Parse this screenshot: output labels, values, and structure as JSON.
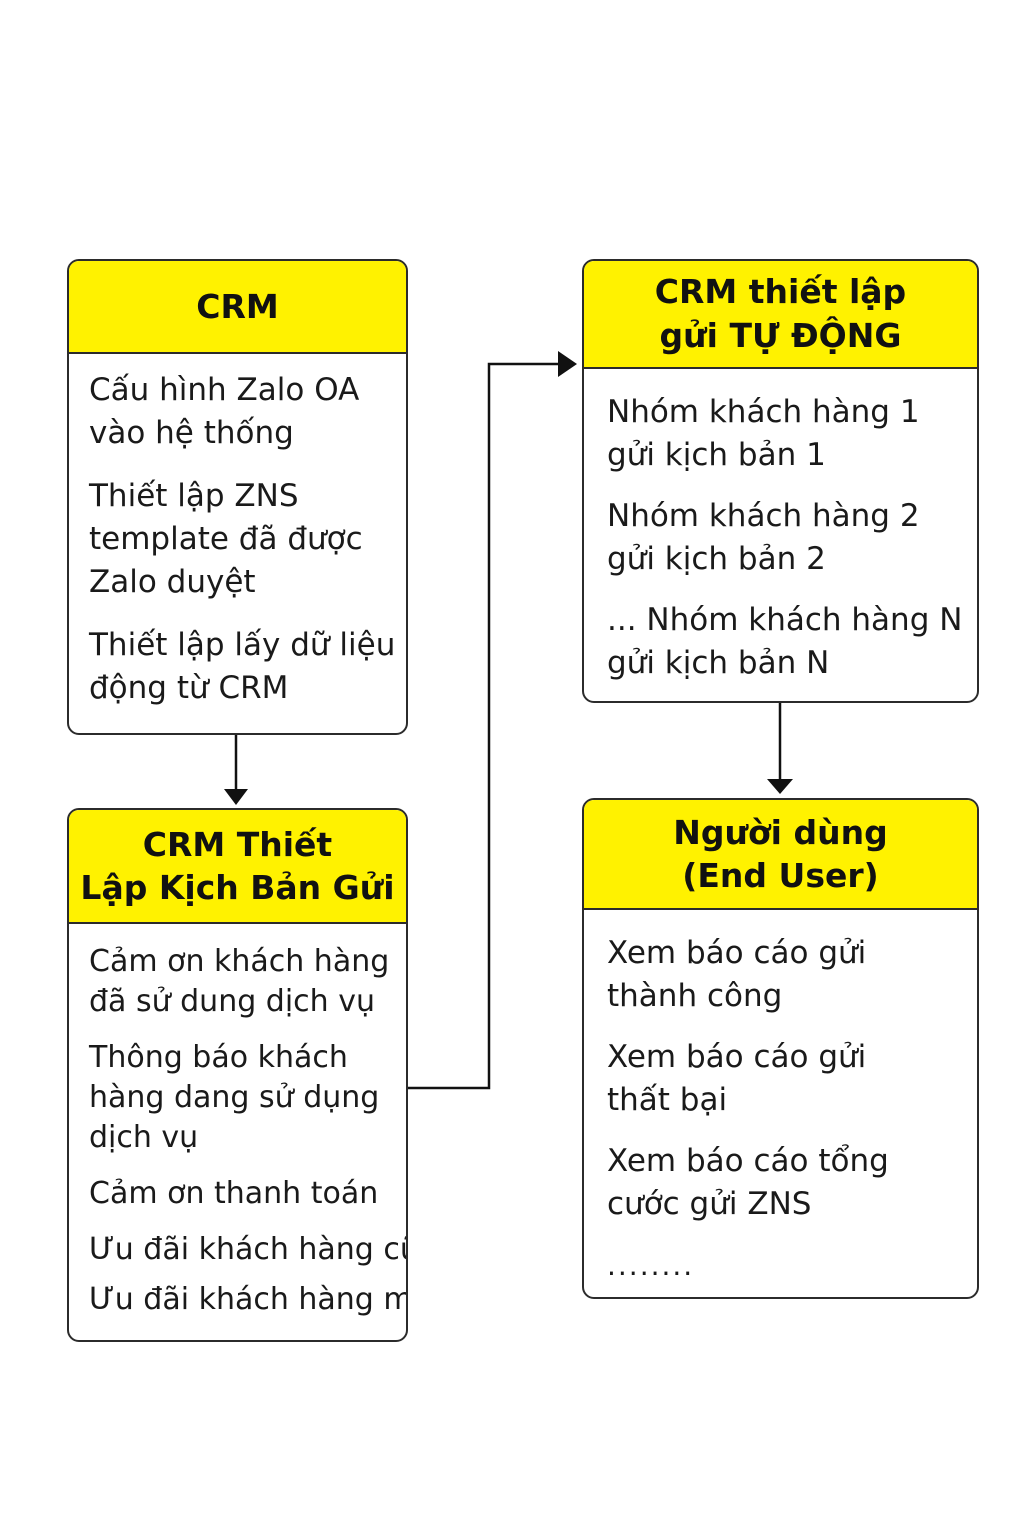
{
  "diagram": {
    "boxes": {
      "crm": {
        "title": "CRM",
        "items": [
          "Cấu hình Zalo OA\nvào hệ thống",
          "Thiết lập ZNS\ntemplate đã được\nZalo duyệt",
          "Thiết lập lấy dữ liệu\nđộng từ CRM"
        ]
      },
      "script": {
        "title": "CRM Thiết\nLập Kịch Bản Gửi",
        "items": [
          "Cảm ơn khách hàng\nđã sử dung dịch vụ",
          "Thông báo khách\nhàng dang sử dụng\ndịch vụ",
          "Cảm ơn thanh toán",
          "Ưu đãi khách hàng cũ",
          "Ưu đãi khách hàng mới"
        ]
      },
      "auto": {
        "title": "CRM thiết lập\ngửi TỰ ĐỘNG",
        "items": [
          "Nhóm khách hàng 1\ngửi kịch bản 1",
          "Nhóm khách hàng 2\ngửi kịch bản 2",
          "... Nhóm khách hàng N\ngửi kịch bản N"
        ]
      },
      "user": {
        "title": "Người dùng\n(End User)",
        "items": [
          "Xem báo cáo gửi\nthành công",
          "Xem báo cáo gửi\nthất bại",
          "Xem báo cáo tổng\ncước gửi ZNS",
          "........"
        ]
      }
    },
    "colors": {
      "header": "#fff200",
      "border": "#2b2b2b",
      "arrow": "#111111",
      "text": "#1a1a1a"
    }
  }
}
